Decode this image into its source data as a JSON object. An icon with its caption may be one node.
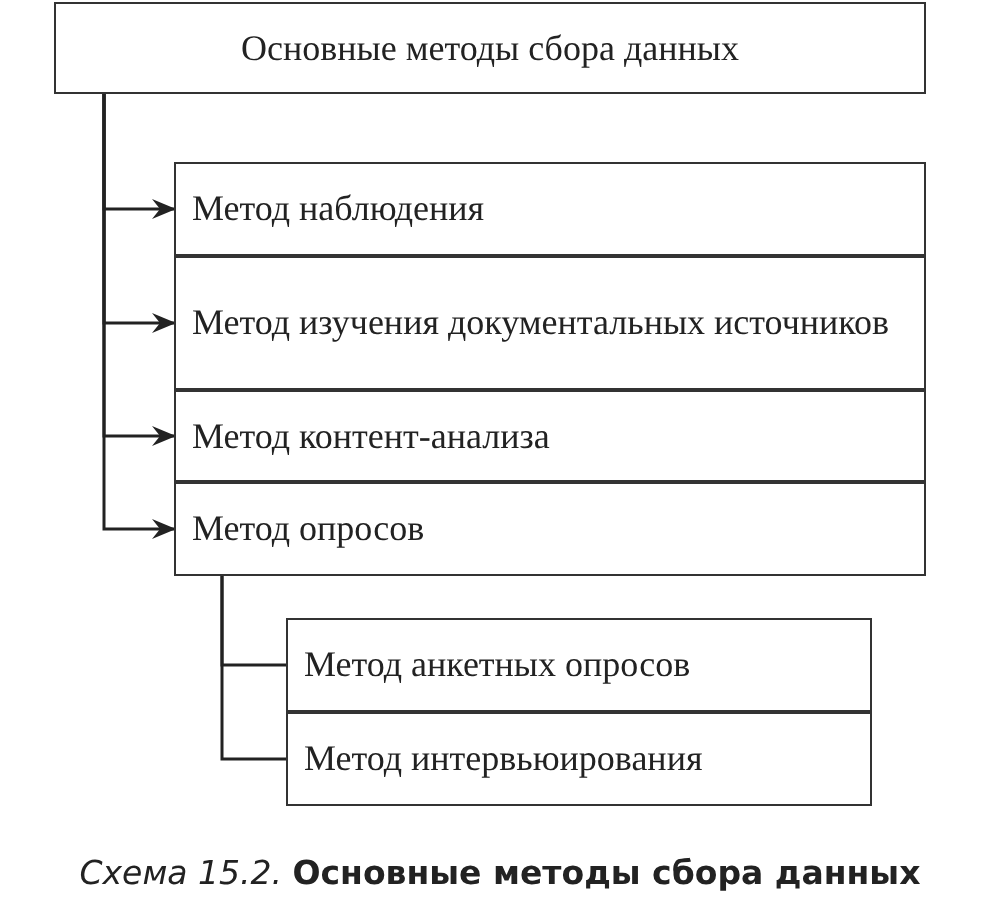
{
  "diagram": {
    "caption": "*Схема 15.2.* **Основные методы сбора данных**",
    "nodes": [
      {
        "text": [
          "Основные методы сбора данных"
        ]
      },
      {
        "text": [
          "Метод наблюдения"
        ]
      },
      {
        "text": [
          "Метод изучения документальных источников"
        ]
      },
      {
        "text": [
          "Метод контент-анализа"
        ]
      },
      {
        "text": [
          "Метод опросов"
        ]
      },
      {
        "text": [
          "Метод анкетных опросов"
        ]
      },
      {
        "text": [
          "Метод интервьюирования"
        ]
      }
    ],
    "edges": [
      {
        "from": 0,
        "to": 1,
        "arrow": "to"
      },
      {
        "from": 0,
        "to": 2,
        "arrow": "to"
      },
      {
        "from": 0,
        "to": 3,
        "arrow": "to"
      },
      {
        "from": 0,
        "to": 4,
        "arrow": "to"
      },
      {
        "from": 4,
        "to": 5,
        "arrow": "none"
      },
      {
        "from": 4,
        "to": 6,
        "arrow": "none"
      }
    ]
  }
}
